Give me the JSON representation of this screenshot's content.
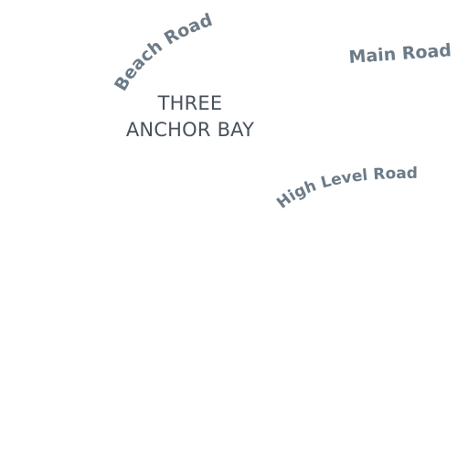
{
  "place": {
    "name_line1": "THREE",
    "name_line2": "ANCHOR BAY"
  },
  "roads": {
    "beach_road": "Beach Road",
    "main_road": "Main Road",
    "high_level_road": "High Level Road"
  },
  "colors": {
    "background": "#ffffff",
    "place_label": "#48515b",
    "road_label": "#6c7b88"
  }
}
